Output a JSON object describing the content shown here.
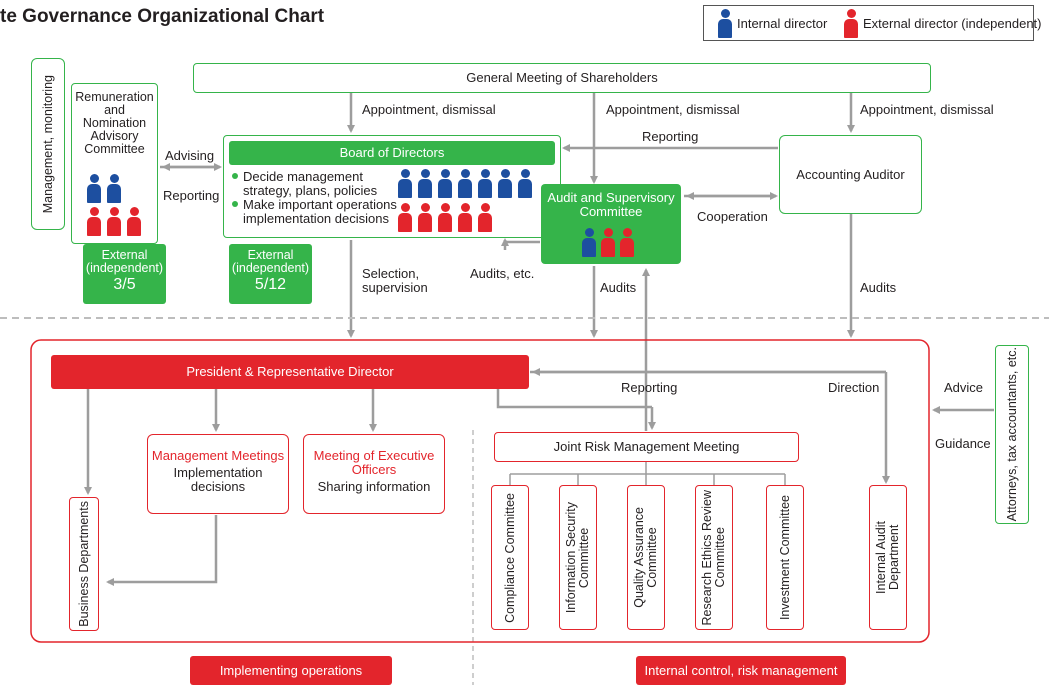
{
  "title": "te Governance Organizational Chart",
  "legend": {
    "internal": "Internal director",
    "external": "External director (independent)"
  },
  "colors": {
    "green": "#35b44a",
    "red": "#e3252c",
    "blue": "#1d4fa0",
    "gray": "#9d9d9d"
  },
  "shareholders": "General Meeting of Shareholders",
  "management_monitoring": "Management, monitoring",
  "remuneration": {
    "line1": "Remuneration",
    "line2": "and",
    "line3": "Nomination",
    "line4": "Advisory",
    "line5": "Committee",
    "internal_count": 2,
    "external_count": 3
  },
  "external_a": {
    "line1": "External",
    "line2": "(independent)",
    "ratio": "3/5"
  },
  "external_b": {
    "line1": "External",
    "line2": "(independent)",
    "ratio": "5/12"
  },
  "board": {
    "title": "Board of Directors",
    "bullet1_line1": "Decide management",
    "bullet1_line2": "strategy, plans, policies",
    "bullet2_line1": "Make important operations",
    "bullet2_line2": "implementation decisions",
    "internal_count": 7,
    "external_count": 5
  },
  "audit_committee": {
    "line1": "Audit and Supervisory",
    "line2": "Committee",
    "internal_count": 1,
    "external_count": 2
  },
  "accounting_auditor": "Accounting Auditor",
  "labels": {
    "appointment1": "Appointment, dismissal",
    "appointment2": "Appointment, dismissal",
    "appointment3": "Appointment, dismissal",
    "reporting_top": "Reporting",
    "advising": "Advising",
    "reporting_left": "Reporting",
    "cooperation": "Cooperation",
    "selection1": "Selection,",
    "selection2": "supervision",
    "audits_etc": "Audits, etc.",
    "audits_mid": "Audits",
    "audits_right": "Audits",
    "reporting_lower": "Reporting",
    "direction": "Direction",
    "advice": "Advice",
    "guidance": "Guidance"
  },
  "president": "President & Representative Director",
  "management_meetings": {
    "title": "Management Meetings",
    "line1": "Implementation",
    "line2": "decisions"
  },
  "executive_officers": {
    "title1": "Meeting of Executive",
    "title2": "Officers",
    "sub": "Sharing information"
  },
  "joint_risk": "Joint Risk Management Meeting",
  "business_departments": "Business Departments",
  "committees": {
    "compliance": "Compliance Committee",
    "infosec1": "Information Security",
    "infosec2": "Committee",
    "quality1": "Quality Assurance",
    "quality2": "Committee",
    "research1": "Research Ethics Review",
    "research2": "Committee",
    "investment": "Investment Committee"
  },
  "internal_audit": {
    "line1": "Internal Audit",
    "line2": "Department"
  },
  "attorneys": "Attorneys, tax accountants, etc.",
  "footer": {
    "implementing": "Implementing operations",
    "internal_control": "Internal control, risk management"
  }
}
